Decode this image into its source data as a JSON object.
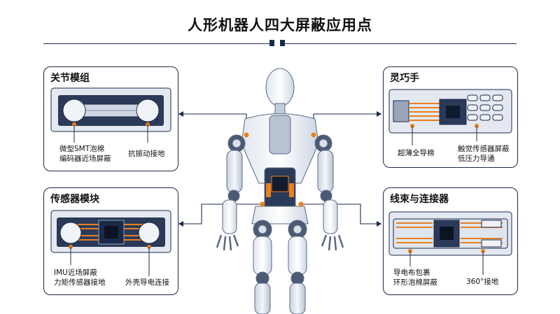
{
  "title": "人形机器人四大屏蔽应用点",
  "panels": {
    "joint": {
      "title": "关节模组",
      "cap1_l1": "微型SMT泡棉",
      "cap1_l2": "编码器近场屏蔽",
      "cap2": "抗振动接地"
    },
    "hand": {
      "title": "灵巧手",
      "cap1": "超薄全导棉",
      "cap2_l1": "触觉传感器屏蔽",
      "cap2_l2": "低压力导通"
    },
    "sensor": {
      "title": "传感器模块",
      "cap1_l1": "IMU近场屏蔽",
      "cap1_l2": "力矩传感器接地",
      "cap2": "外壳导电连接"
    },
    "harness": {
      "title": "线束与连接器",
      "cap1_l1": "导电布包裹",
      "cap1_l2": "环形泡棉屏蔽",
      "cap2": "360°接地"
    }
  },
  "colors": {
    "navy": "#1c2a4a",
    "orange": "#e9801f",
    "pale": "#e4e8f0"
  }
}
